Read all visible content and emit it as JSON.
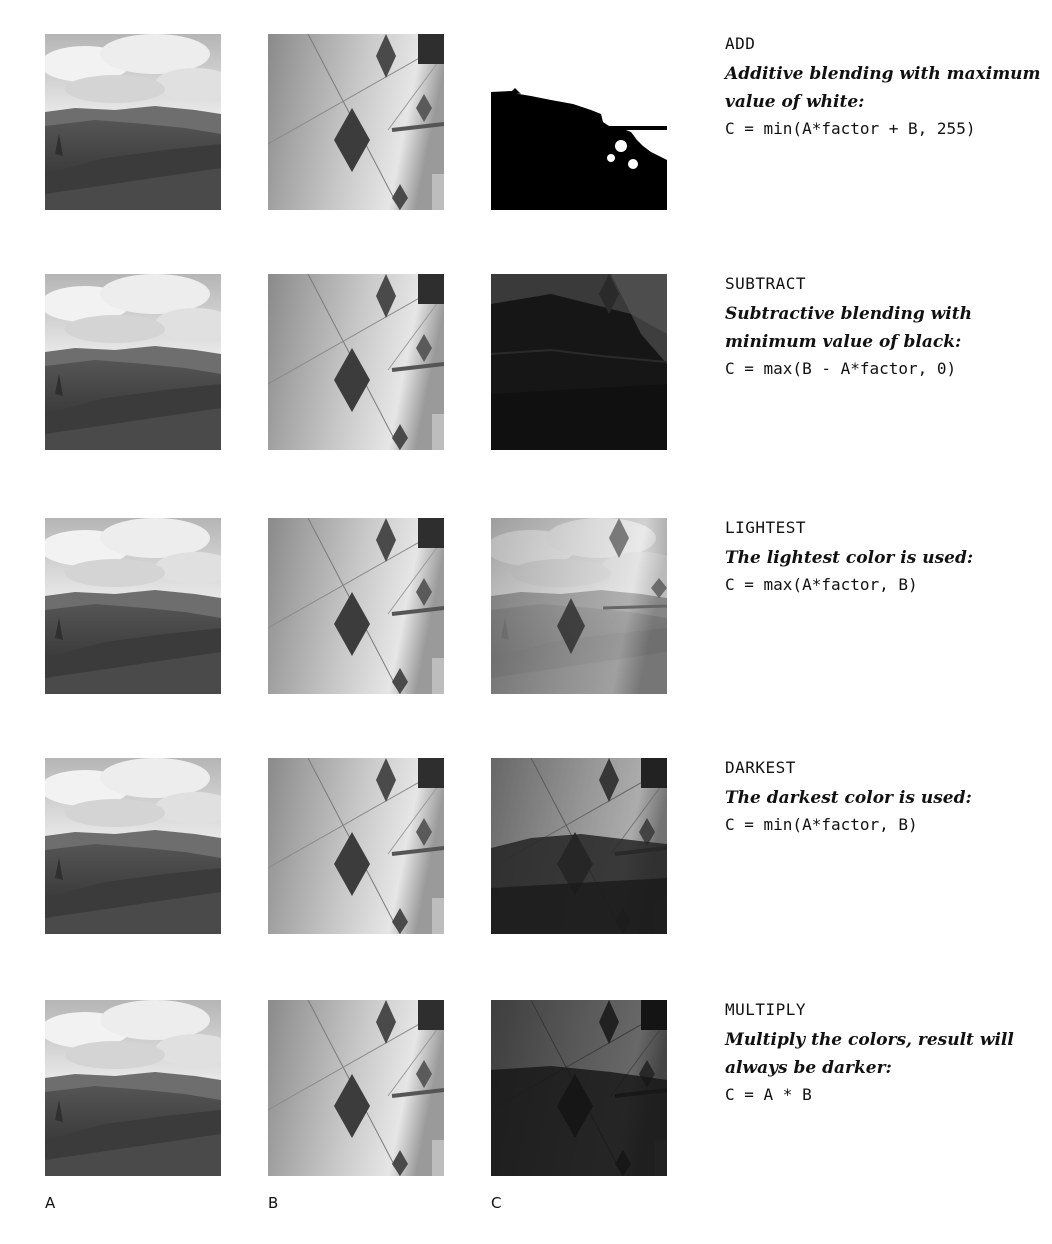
{
  "rows": [
    {
      "mode": "ADD",
      "explain": "Additive blending with maximum value of white:",
      "formula": "C = min(A*factor + B, 255)"
    },
    {
      "mode": "SUBTRACT",
      "explain": "Subtractive blending with minimum value of black:",
      "formula": "C = max(B - A*factor, 0)"
    },
    {
      "mode": "LIGHTEST",
      "explain": "The lightest color is used:",
      "formula": "C = max(A*factor, B)"
    },
    {
      "mode": "DARKEST",
      "explain": "The darkest color is used:",
      "formula": "C = min(A*factor, B)"
    },
    {
      "mode": "MULTIPLY",
      "explain": "Multiply the colors, result will always be darker:",
      "formula": "C = A * B"
    }
  ],
  "columns": {
    "a": "A",
    "b": "B",
    "c": "C"
  }
}
